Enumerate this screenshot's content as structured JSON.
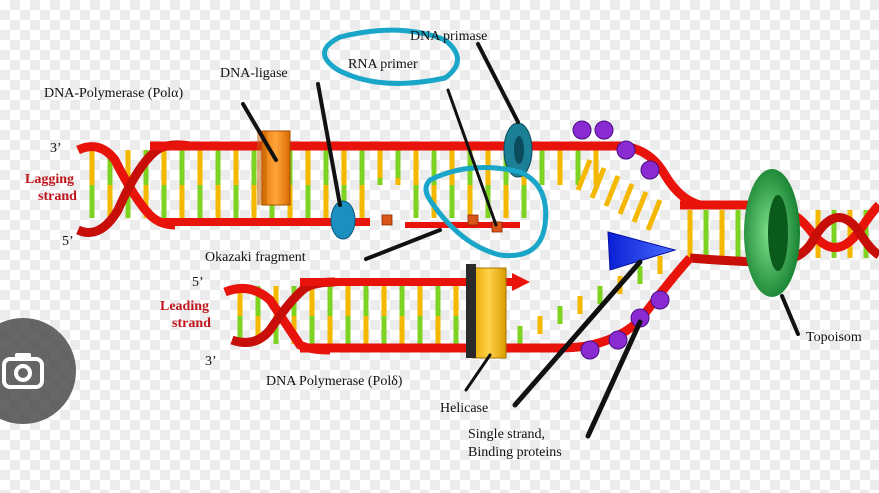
{
  "labels": {
    "dna_primase": "DNA primase",
    "rna_primer": "RNA primer",
    "dna_ligase": "DNA-ligase",
    "dna_polymerase_alpha": "DNA-Polymerase (Polα)",
    "lagging_3": "3’",
    "lagging_5": "5’",
    "lagging_strand_line1": "Lagging",
    "lagging_strand_line2": "strand",
    "okazaki_fragment": "Okazaki fragment",
    "leading_5": "5’",
    "leading_3": "3’",
    "leading_strand_line1": "Leading",
    "leading_strand_line2": "strand",
    "dna_polymerase_delta": "DNA Polymerase (Polδ)",
    "helicase": "Helicase",
    "ssb_line1": "Single strand,",
    "ssb_line2": "Binding proteins",
    "topoisomerase": "Topoisom"
  },
  "colors": {
    "backbone": "#e8140c",
    "base_green": "#7ed321",
    "base_yellow": "#f5b800",
    "polymerase_alpha": "#f28c12",
    "polymerase_delta": "#f9b800",
    "ligase": "#1a8fc0",
    "primase": "#1b7f95",
    "primer": "#d9551a",
    "helicase": "#1a2ee8",
    "ssb": "#8a2bd2",
    "topoisomerase": "#1aa53c",
    "annotation_circle": "#1aa6c8",
    "label_red": "#c0141c"
  },
  "icons": {
    "lens": "camera-search-icon"
  }
}
